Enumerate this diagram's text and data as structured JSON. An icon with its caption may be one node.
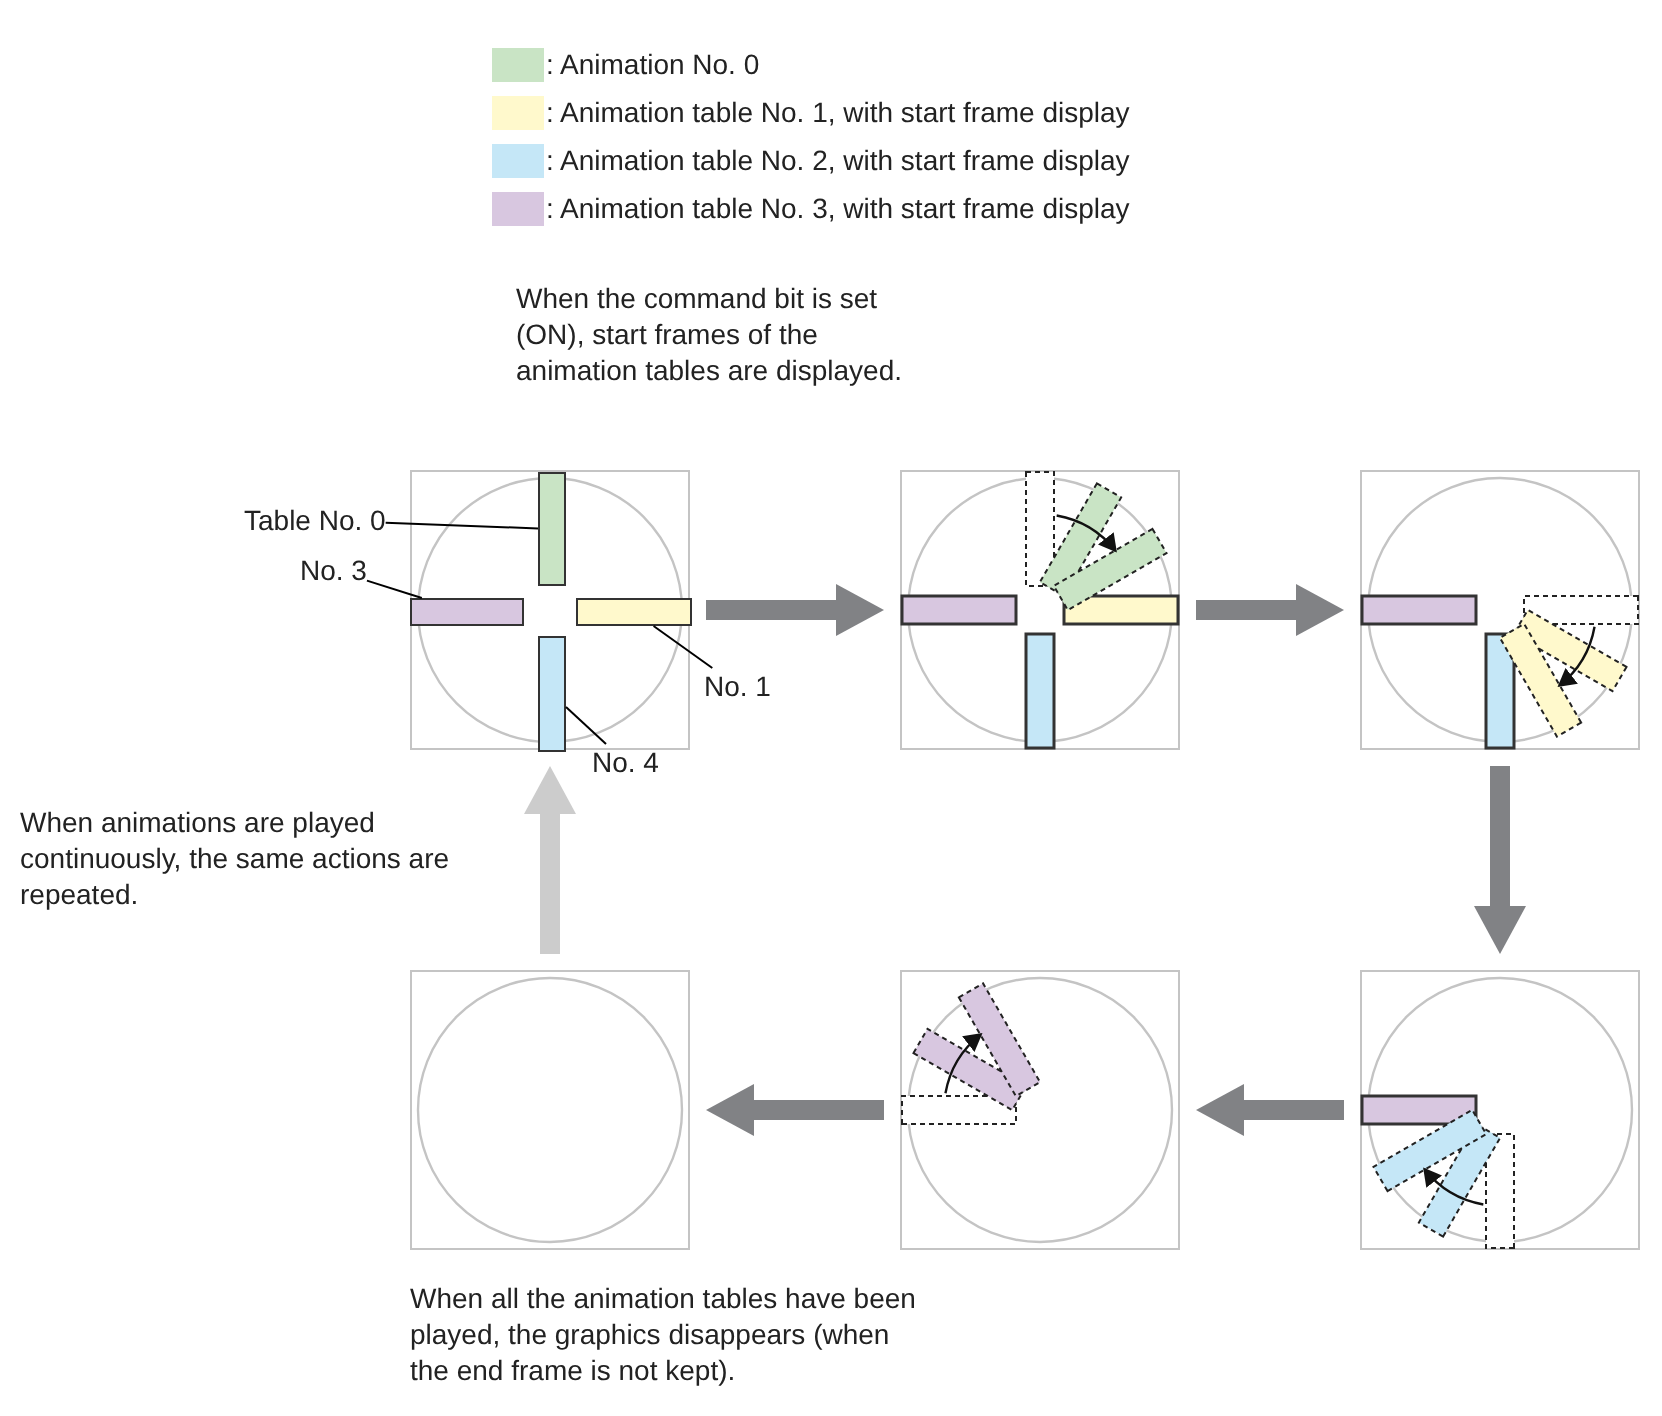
{
  "diagram": {
    "nodes": [
      {
        "text": [],
        "shape": "picture",
        "beside": [
          "When the command bit is set (ON), start frames of the animation tables are displayed."
        ]
      },
      {
        "text": [],
        "shape": "picture"
      },
      {
        "text": [],
        "shape": "picture"
      },
      {
        "text": [],
        "shape": "picture"
      },
      {
        "text": [],
        "shape": "picture"
      },
      {
        "text": [],
        "shape": "picture",
        "beside": [
          "When all the animation tables have been played, the graphics disappears (when the end frame is not kept)."
        ]
      },
      {
        "text": [],
        "shape": "bar",
        "in": 0
      },
      {
        "text": [],
        "shape": "bar",
        "in": 0
      },
      {
        "text": [],
        "shape": "bar",
        "in": 0
      },
      {
        "text": [],
        "shape": "bar",
        "in": 0
      },
      {
        "text": [
          "Table No. 0"
        ]
      },
      {
        "text": [
          "No. 3"
        ]
      },
      {
        "text": [
          "No. 1"
        ]
      },
      {
        "text": [
          "No. 4"
        ]
      }
    ],
    "edges": [
      {
        "from": 0,
        "to": 1,
        "arrow": "to"
      },
      {
        "from": 1,
        "to": 2,
        "arrow": "to"
      },
      {
        "from": 2,
        "to": 3,
        "arrow": "to"
      },
      {
        "from": 3,
        "to": 4,
        "arrow": "to"
      },
      {
        "from": 4,
        "to": 5,
        "arrow": "to"
      },
      {
        "from": 5,
        "to": 0,
        "arrow": "to",
        "color": "#cccccc"
      },
      {
        "from": 10,
        "to": 6,
        "arrow": "none",
        "color": "#000000"
      },
      {
        "from": 11,
        "to": 9,
        "arrow": "none",
        "color": "#000000"
      },
      {
        "from": 12,
        "to": 7,
        "arrow": "none",
        "color": "#000000"
      },
      {
        "from": 13,
        "to": 8,
        "arrow": "none",
        "color": "#000000"
      }
    ],
    "labels": [
      "When animations are played continuously, the same actions are repeated."
    ],
    "legend": [
      {
        "text": ": Animation No. 0",
        "color": "#c9e4c5"
      },
      {
        "text": ": Animation table No. 1, with start frame display",
        "color": "#fff9cc"
      },
      {
        "text": ": Animation table No. 2, with start frame display",
        "color": "#c5e7f7"
      },
      {
        "text": ": Animation table No. 3, with start frame display",
        "color": "#d8c7e0"
      }
    ]
  }
}
